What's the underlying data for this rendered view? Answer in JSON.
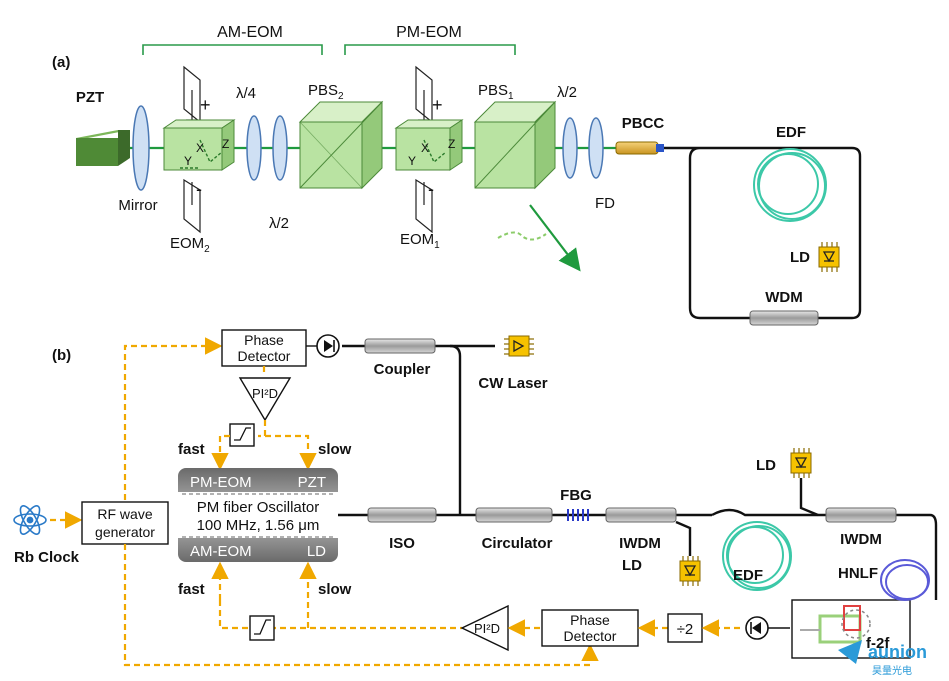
{
  "panel_a": {
    "tag": "(a)",
    "bracket_am": "AM-EOM",
    "bracket_pm": "PM-EOM",
    "pzt": "PZT",
    "mirror": "Mirror",
    "lambda4": "λ/4",
    "pbs2": "PBS",
    "pbs2_sub": "2",
    "lambda2_lower": "λ/2",
    "pbs1": "PBS",
    "pbs1_sub": "1",
    "lambda2_upper": "λ/2",
    "pbcc": "PBCC",
    "fd": "FD",
    "edf": "EDF",
    "ld": "LD",
    "wdm": "WDM",
    "eom2": "EOM",
    "eom2_sub": "2",
    "eom1": "EOM",
    "eom1_sub": "1",
    "axis_x": "X",
    "axis_y": "Y",
    "axis_z": "Z",
    "plus": "+",
    "minus": "-"
  },
  "panel_b": {
    "tag": "(b)",
    "phase_detector": [
      "Phase",
      "Detector"
    ],
    "pi2d": "PI²D",
    "coupler": "Coupler",
    "cw_laser": "CW Laser",
    "fast": "fast",
    "slow": "slow",
    "rb_clock": "Rb Clock",
    "rf_generator": [
      "RF wave",
      "generator"
    ],
    "osc_pm_eom": "PM-EOM",
    "osc_pzt": "PZT",
    "osc_title": "PM fiber Oscillator",
    "osc_params": "100 MHz, 1.56 μm",
    "osc_am_eom": "AM-EOM",
    "osc_ld": "LD",
    "iso": "ISO",
    "circulator": "Circulator",
    "fbg": "FBG",
    "iwdm_left": "IWDM",
    "ld_bottom": "LD",
    "edf": "EDF",
    "ld_top": "LD",
    "iwdm_right": "IWDM",
    "hnlf": "HNLF",
    "divide2": "÷2",
    "f2f": "f-2f"
  },
  "watermark": {
    "brand": "aunion",
    "sub": "昊量光电"
  },
  "colors": {
    "electrical": "#f0a800",
    "beam": "#1f9a3e",
    "edf": "#3cc8a8",
    "hnlf": "#5a5ad8"
  }
}
